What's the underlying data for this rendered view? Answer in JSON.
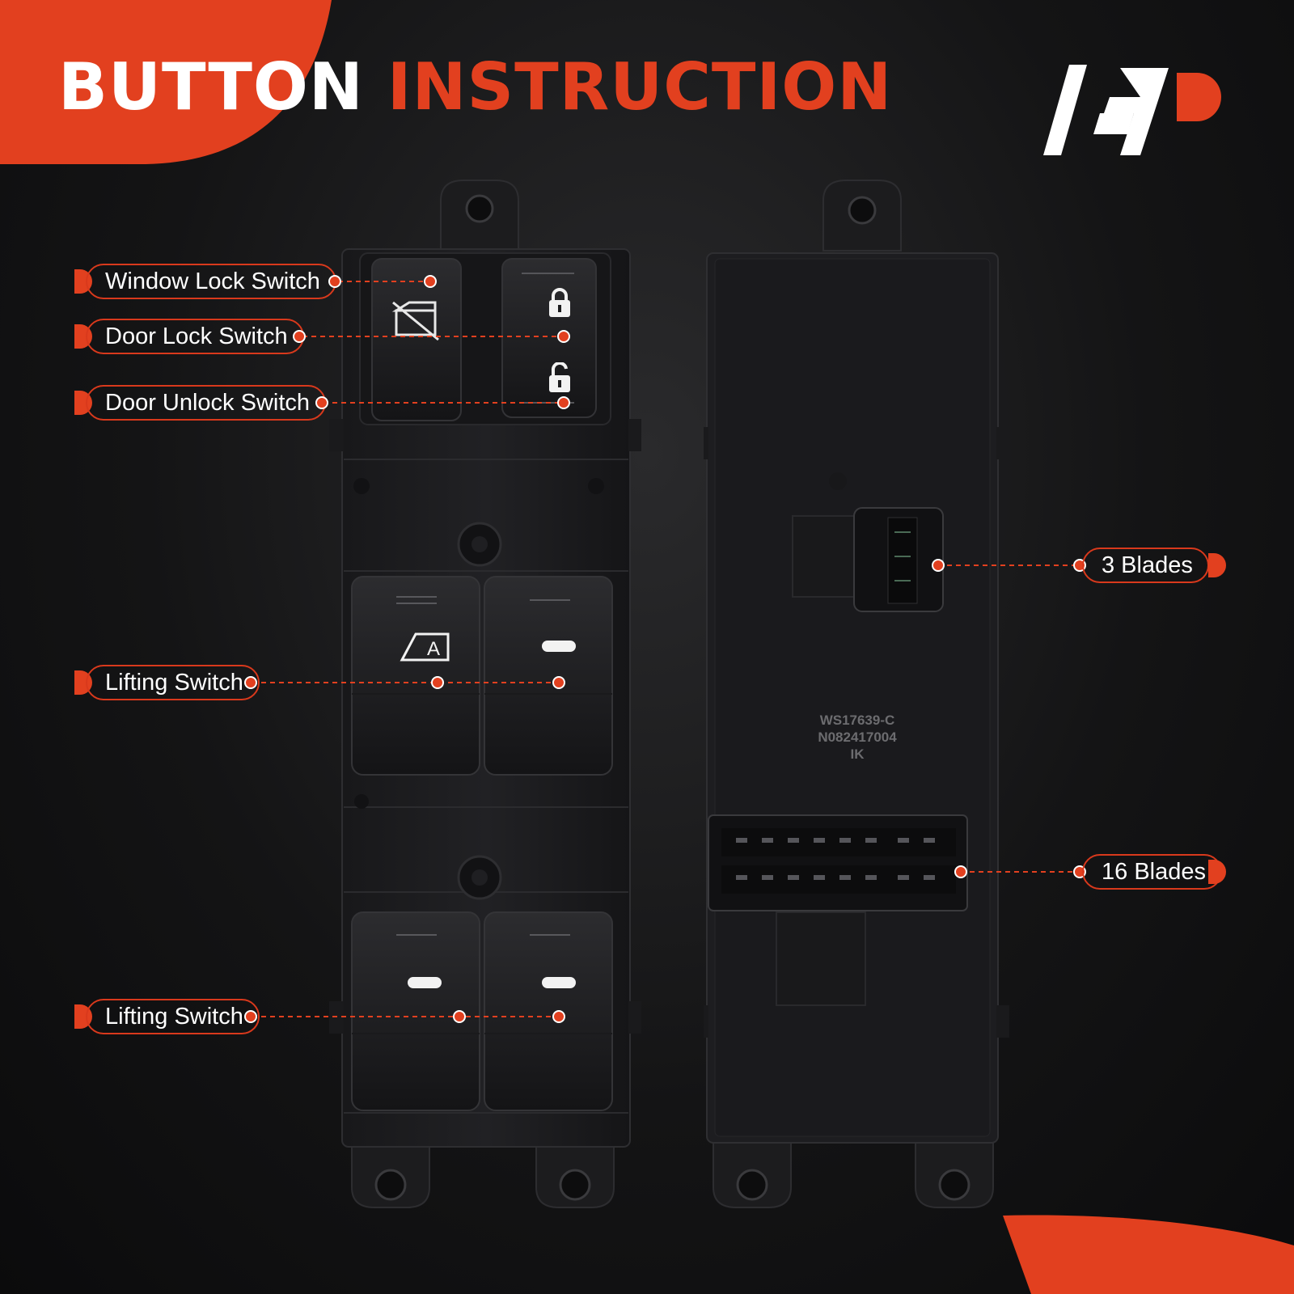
{
  "title": {
    "part1": "BUTTON",
    "part2": "INSTRUCTION"
  },
  "colors": {
    "accent": "#e2401f",
    "background": "#141415",
    "text": "#ffffff",
    "part": "#1b1b1d"
  },
  "brand": {
    "logo_icon": "brand-logo-icon"
  },
  "callouts": {
    "window_lock": "Window Lock Switch",
    "door_lock": "Door Lock Switch",
    "door_unlock": "Door Unlock Switch",
    "lifting_front": "Lifting Switch",
    "lifting_rear": "Lifting Switch",
    "blades_3": "3 Blades",
    "blades_16": "16 Blades"
  },
  "part_marking": {
    "line1": "WS17639-C",
    "line2": "N082417004",
    "line3": "IK"
  },
  "icons": {
    "window_lock": "window-lock-icon",
    "lock": "lock-closed-icon",
    "unlock": "lock-open-icon",
    "auto_window": "auto-window-icon",
    "window_dash": "window-dash-icon"
  }
}
